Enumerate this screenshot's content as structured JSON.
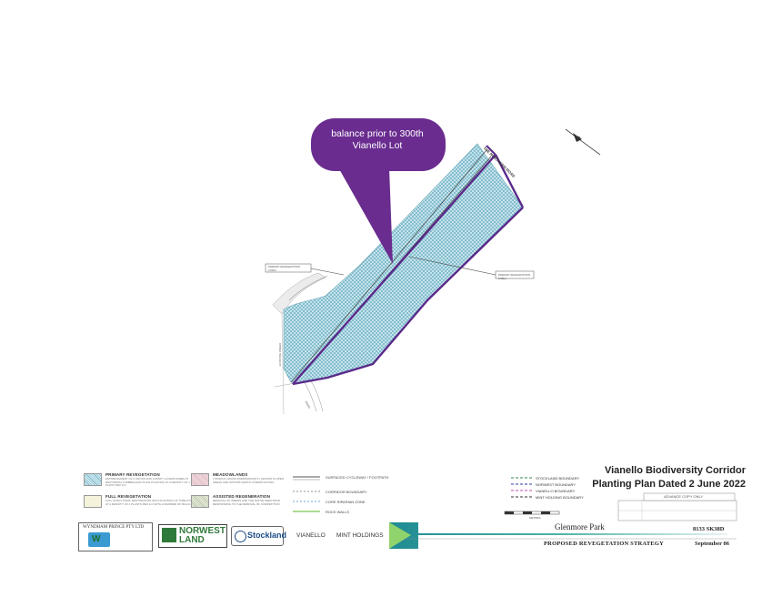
{
  "callout": {
    "line1": "balance prior to 300th",
    "line2": "Vianello Lot"
  },
  "title_block": {
    "line1": "Vianello Biodiversity Corridor",
    "line2": "Planting Plan Dated 2 June 2022"
  },
  "map_labels": {
    "road": "THE NORTHERN ROAD",
    "left_label_1": "PRIMARY REVEGETATION",
    "left_label_2": "0.63ha",
    "right_label_1": "PRIMARY REVEGETATION",
    "right_label_2": "5.68ha",
    "vertical_label": "EXISTING CREEK",
    "corner_road": "ROAD"
  },
  "legend": {
    "primary": {
      "title": "PRIMARY REVEGETATION",
      "desc": "ESTABLISHMENT OF A CROSS AND CANOPY LAYERS AIMED AT RESTORING CUMBERLAND PLAIN PLANTING AT A DENSITY OF 1 PLANT PER 1m²"
    },
    "full": {
      "title": "FULL REVEGETATION",
      "desc": "FULL STRUCTURAL RESTORATION WITH PLANTING OF TUBE STOCK AT A DENSITY OF 4 PLANTS PER 1m² WITH A BARRIER OF MULCH"
    },
    "meadow": {
      "title": "MEADOWLANDS",
      "desc": "TUSSOCK GRASS PREDOMINANTLY GROWN IN OPEN AREAS AND OPPORTUNISTIC INTERPLANTING"
    },
    "assisted": {
      "title": "ASSISTED REGENERATION",
      "desc": "REMOVAL OF WEEDS AND THE NATIVE SEED BANK RESPONDING TO THE REMOVAL OF COMPETITION"
    },
    "lines": [
      "SURFACED CYCLEWAY / FOOTPATH",
      "CORRIDOR BOUNDARY",
      "CORE RIPARIAN ZONE",
      "ROCK WALLS"
    ],
    "boundaries": [
      "STOCKLAND BOUNDARY",
      "NORWEST BOUNDARY",
      "VIANELLO BOUNDARY",
      "MINT HOLDING BOUNDARY"
    ],
    "advance": "ADVANCE COPY ONLY"
  },
  "logos": {
    "wyndham": "WYNDHAM PRINCE PTY LTD",
    "norwest_1": "NORWEST",
    "norwest_2": "LAND",
    "stockland": "Stockland",
    "vianello": "VIANELLO",
    "mint": "MINT HOLDINGS"
  },
  "footer": {
    "project": "Glenmore Park",
    "number": "8133 SK38D",
    "subtitle": "PROPOSED REVEGETATION STRATEGY",
    "date": "September 06",
    "scale_label": "METRES"
  },
  "colors": {
    "callout": "#6a2d8f",
    "corridor_fill": "#c9e6ee",
    "corridor_hatch": "#4f9fb5",
    "boundary": "#5a2a8a",
    "norwest_green": "#2f7a3a",
    "teal": "#1f8a94",
    "lime": "#8fd36c"
  }
}
